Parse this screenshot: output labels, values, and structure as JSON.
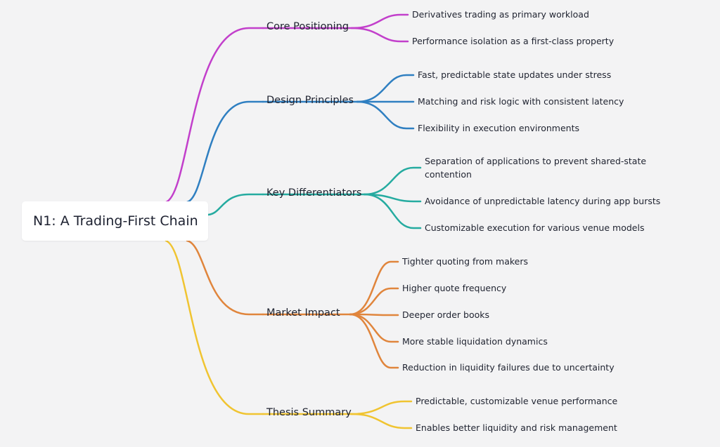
{
  "root": {
    "label": "N1: A Trading-First Chain"
  },
  "branches": [
    {
      "label": "Core Positioning",
      "color": "#c23fcb",
      "leaves": [
        "Derivatives trading as primary workload",
        "Performance isolation as a first-class property"
      ]
    },
    {
      "label": "Design Principles",
      "color": "#2f7fc1",
      "leaves": [
        "Fast, predictable state updates under stress",
        "Matching and risk logic with consistent latency",
        "Flexibility in execution environments"
      ]
    },
    {
      "label": "Key Differentiators",
      "color": "#25aba0",
      "leaves": [
        "Separation of applications to prevent shared-state contention",
        "Avoidance of unpredictable latency during app bursts",
        "Customizable execution for various venue models"
      ]
    },
    {
      "label": "Market Impact",
      "color": "#e0853c",
      "leaves": [
        "Tighter quoting from makers",
        "Higher quote frequency",
        "Deeper order books",
        "More stable liquidation dynamics",
        "Reduction in liquidity failures due to uncertainty"
      ]
    },
    {
      "label": "Thesis Summary",
      "color": "#f0c431",
      "leaves": [
        "Predictable, customizable venue performance",
        "Enables better liquidity and risk management"
      ]
    }
  ]
}
